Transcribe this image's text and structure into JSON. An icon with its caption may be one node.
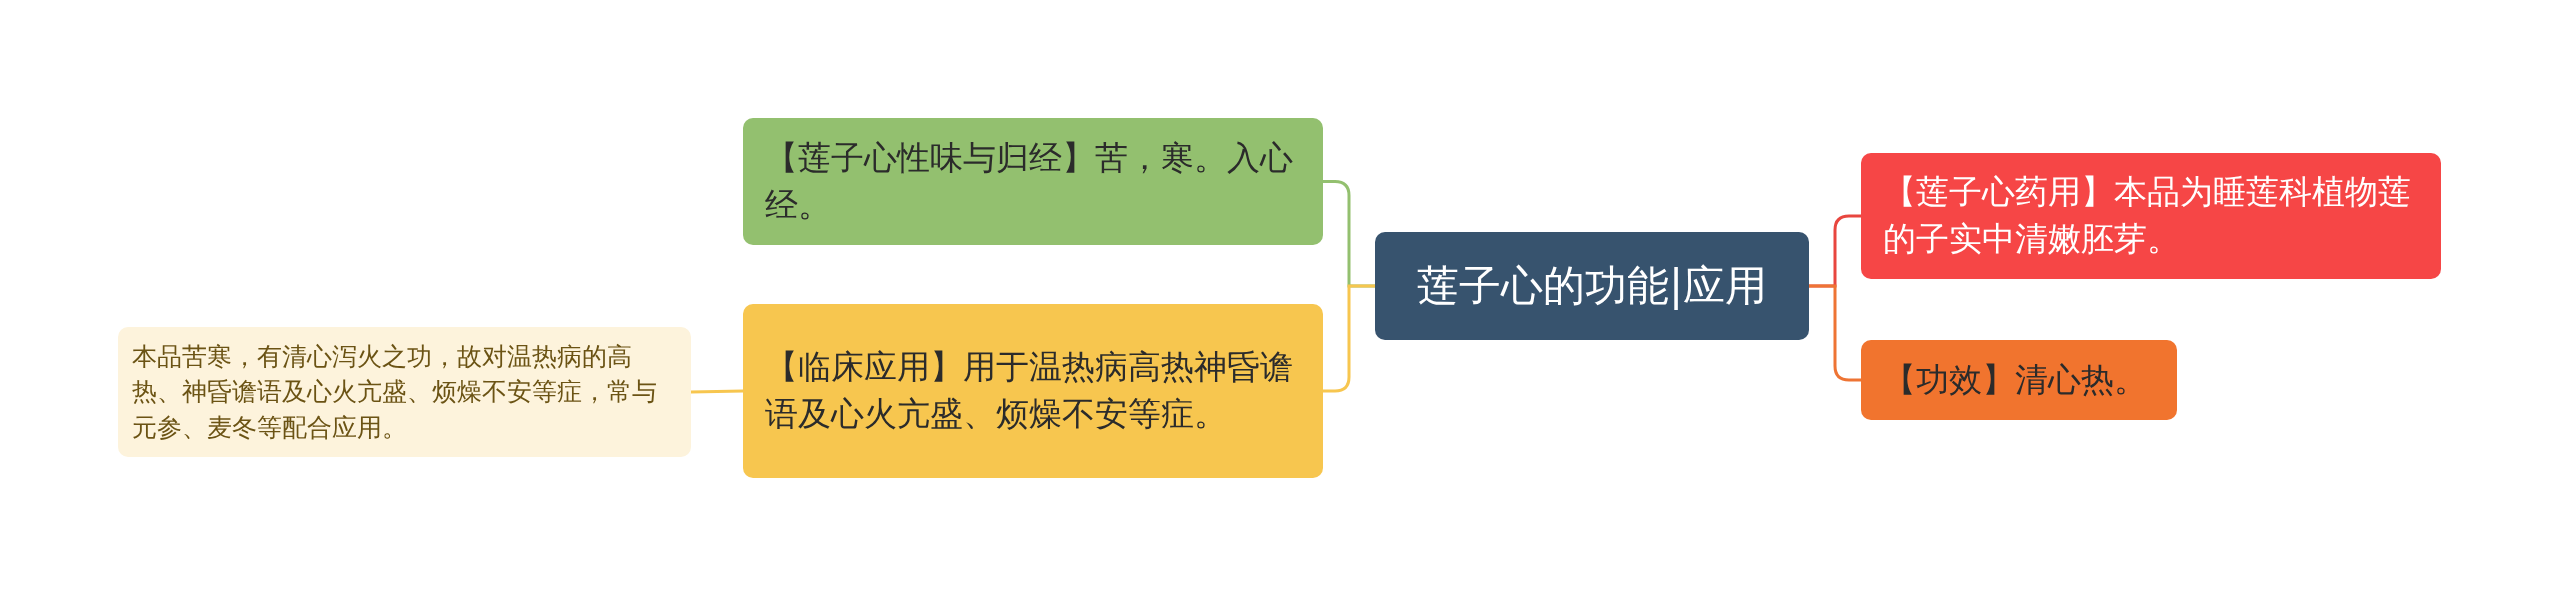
{
  "diagram": {
    "nodes": [
      {
        "text": [
          "莲子心的功能|应用"
        ]
      },
      {
        "text": [
          "【莲子心性味与归经】苦，寒。入心经。"
        ]
      },
      {
        "text": [
          "【临床应用】用于温热病高热神昏谵语及心火亢盛、烦燥不安等症。"
        ]
      },
      {
        "text": [
          "本品苦寒，有清心泻火之功，故对温热病的高热、神昏谵语及心火亢盛、烦燥不安等症，常与元参、麦冬等配合应用。"
        ]
      },
      {
        "text": [
          "【莲子心药用】本品为睡莲科植物莲的子实中清嫩胚芽。"
        ]
      },
      {
        "text": [
          "【功效】清心热。"
        ]
      }
    ],
    "edges": [
      {
        "from": 0,
        "to": 1,
        "arrow": "none",
        "color": "#93c06f"
      },
      {
        "from": 0,
        "to": 2,
        "arrow": "none",
        "color": "#f7c64f"
      },
      {
        "from": 2,
        "to": 3,
        "arrow": "none",
        "color": "#f7c64f"
      },
      {
        "from": 0,
        "to": 4,
        "arrow": "none",
        "color": "#e8463f"
      },
      {
        "from": 0,
        "to": 5,
        "arrow": "none",
        "color": "#ee7434"
      }
    ]
  }
}
